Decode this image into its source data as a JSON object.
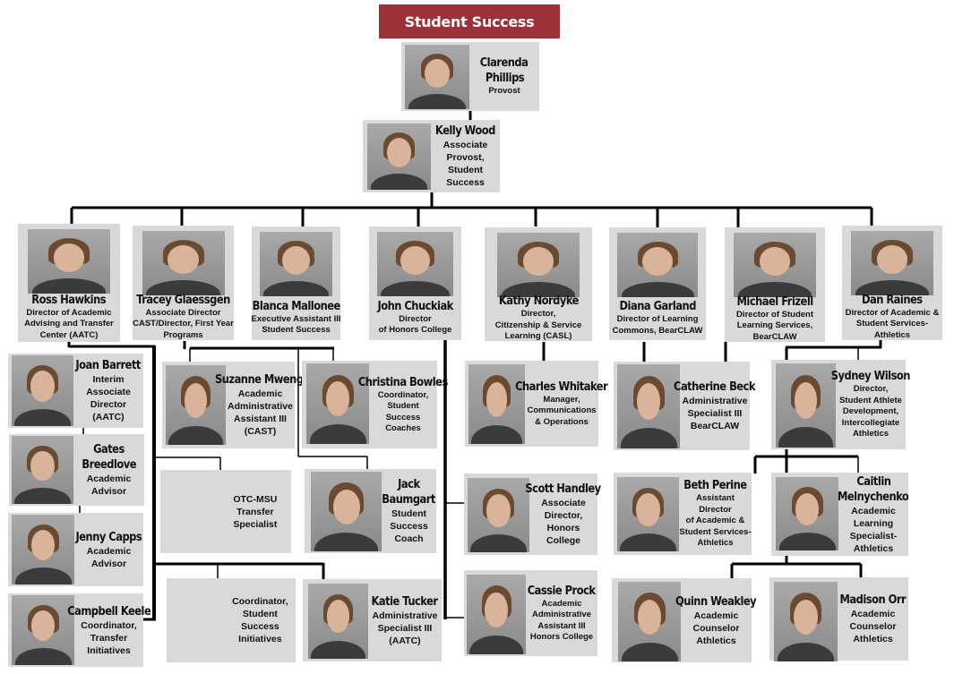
{
  "header": {
    "title": "Student Success",
    "color": "#9c3237"
  },
  "people": [
    {
      "name": "Clarenda Phillips",
      "name_lines": [
        "Clarenda",
        "Phillips"
      ],
      "title_lines": [
        "Provost"
      ]
    },
    {
      "name": "Kelly Wood",
      "title_lines": [
        "Associate",
        "Provost,",
        "Student",
        "Success"
      ]
    },
    {
      "name": "Ross Hawkins",
      "title_lines": [
        "Director of Academic",
        "Advising and Transfer",
        "Center (AATC)"
      ]
    },
    {
      "name": "Tracey Glaessgen",
      "title_lines": [
        "Associate Director",
        "CAST/Director,  First Year",
        "Programs"
      ]
    },
    {
      "name": "Blanca Mallonee",
      "title_lines": [
        "Executive Assistant III",
        "Student Success"
      ]
    },
    {
      "name": "John Chuckiak",
      "title_lines": [
        "Director",
        "of Honors College"
      ]
    },
    {
      "name": "Kathy Nordyke",
      "title_lines": [
        "Director,",
        "Citizenship & Service",
        "Learning (CASL)"
      ]
    },
    {
      "name": "Diana Garland",
      "title_lines": [
        "Director of Learning",
        "Commons, BearCLAW"
      ]
    },
    {
      "name": "Michael Frizell",
      "title_lines": [
        "Director of Student",
        "Learning Services,",
        "BearCLAW"
      ]
    },
    {
      "name": "Dan Raines",
      "title_lines": [
        "Director of Academic &",
        "Student Services-",
        "Athletics"
      ]
    },
    {
      "name": "Joan Barrett",
      "title_lines": [
        "Interim",
        "Associate",
        "Director",
        "(AATC)"
      ]
    },
    {
      "name": "Gates Breedlove",
      "name_lines": [
        "Gates",
        "Breedlove"
      ],
      "title_lines": [
        "Academic",
        "Advisor"
      ]
    },
    {
      "name": "Jenny Capps",
      "title_lines": [
        "Academic",
        "Advisor"
      ]
    },
    {
      "name": "Campbell Keele",
      "title_lines": [
        "Coordinator,",
        "Transfer",
        "Initiatives"
      ]
    },
    {
      "name": "Suzanne Mwengi",
      "title_lines": [
        "Academic",
        "Administrative",
        "Assistant III",
        "(CAST)"
      ]
    },
    {
      "name": "Christina Bowles",
      "title_lines": [
        "Coordinator,",
        "Student",
        "Success",
        "Coaches"
      ]
    },
    {
      "name": "",
      "title_lines": [
        "OTC-MSU",
        "Transfer",
        "Specialist"
      ]
    },
    {
      "name": "Jack Baumgart",
      "name_lines": [
        "Jack",
        "Baumgart"
      ],
      "title_lines": [
        "Student",
        "Success",
        "Coach"
      ]
    },
    {
      "name": "",
      "title_lines": [
        "Coordinator,",
        "Student",
        "Success",
        "Initiatives"
      ]
    },
    {
      "name": "Katie Tucker",
      "title_lines": [
        "Administrative",
        "Specialist III",
        "(AATC)"
      ]
    },
    {
      "name": "Charles Whitaker",
      "title_lines": [
        "Manager,",
        "Communications",
        "& Operations"
      ]
    },
    {
      "name": "Catherine Beck",
      "title_lines": [
        "Administrative",
        "Specialist III",
        "BearCLAW"
      ]
    },
    {
      "name": "Sydney Wilson",
      "title_lines": [
        "Director,",
        "Student Athlete",
        "Development,",
        "Intercollegiate",
        "Athletics"
      ]
    },
    {
      "name": "Scott Handley",
      "title_lines": [
        "Associate",
        "Director,",
        "Honors",
        "College"
      ]
    },
    {
      "name": "Beth Perine",
      "title_lines": [
        "Assistant",
        "Director",
        "of Academic &",
        "Student Services-",
        "Athletics"
      ]
    },
    {
      "name": "Caitlin Melnychenko",
      "name_lines": [
        "Caitlin",
        "Melnychenko"
      ],
      "title_lines": [
        "Academic",
        "Learning",
        "Specialist-",
        "Athletics"
      ]
    },
    {
      "name": "Cassie Prock",
      "title_lines": [
        "Academic",
        "Administrative",
        "Assistant III",
        "Honors College"
      ]
    },
    {
      "name": "Quinn Weakley",
      "title_lines": [
        "Academic",
        "Counselor",
        "Athletics"
      ]
    },
    {
      "name": "Madison Orr",
      "title_lines": [
        "Academic",
        "Counselor",
        "Athletics"
      ]
    }
  ]
}
